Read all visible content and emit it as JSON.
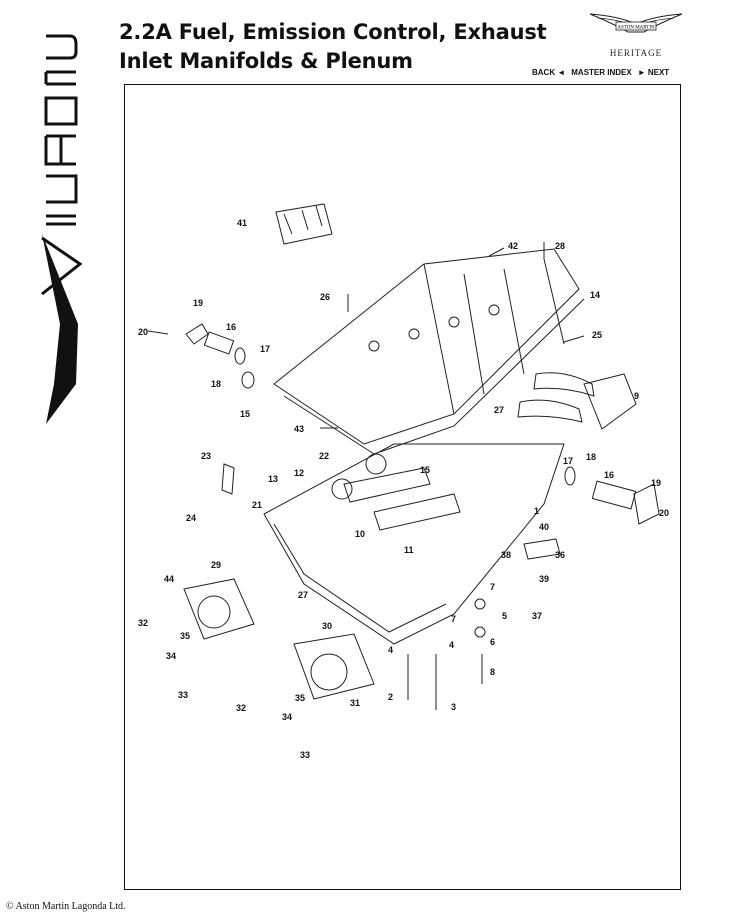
{
  "header": {
    "title_line1": "2.2A Fuel, Emission Control, Exhaust",
    "title_line2": "Inlet Manifolds & Plenum"
  },
  "brand": {
    "badge_text": "ASTON MARTIN",
    "subtitle": "HERITAGE"
  },
  "nav": {
    "back": "BACK ◄",
    "master_index": "MASTER INDEX",
    "next": "► NEXT"
  },
  "side_logo": "Virage",
  "footer": {
    "copyright": "© Aston Martin Lagonda Ltd."
  },
  "diagram": {
    "part_numbers": [
      "41",
      "42",
      "28",
      "26",
      "14",
      "19",
      "20",
      "16",
      "17",
      "18",
      "15",
      "25",
      "9",
      "43",
      "27",
      "23",
      "22",
      "13",
      "12",
      "15",
      "24",
      "21",
      "10",
      "11",
      "17",
      "18",
      "16",
      "19",
      "20",
      "1",
      "40",
      "38",
      "36",
      "39",
      "7",
      "5",
      "37",
      "29",
      "44",
      "27",
      "7",
      "6",
      "4",
      "4",
      "8",
      "32",
      "35",
      "34",
      "33",
      "30",
      "2",
      "3",
      "32",
      "35",
      "34",
      "31",
      "33"
    ]
  }
}
